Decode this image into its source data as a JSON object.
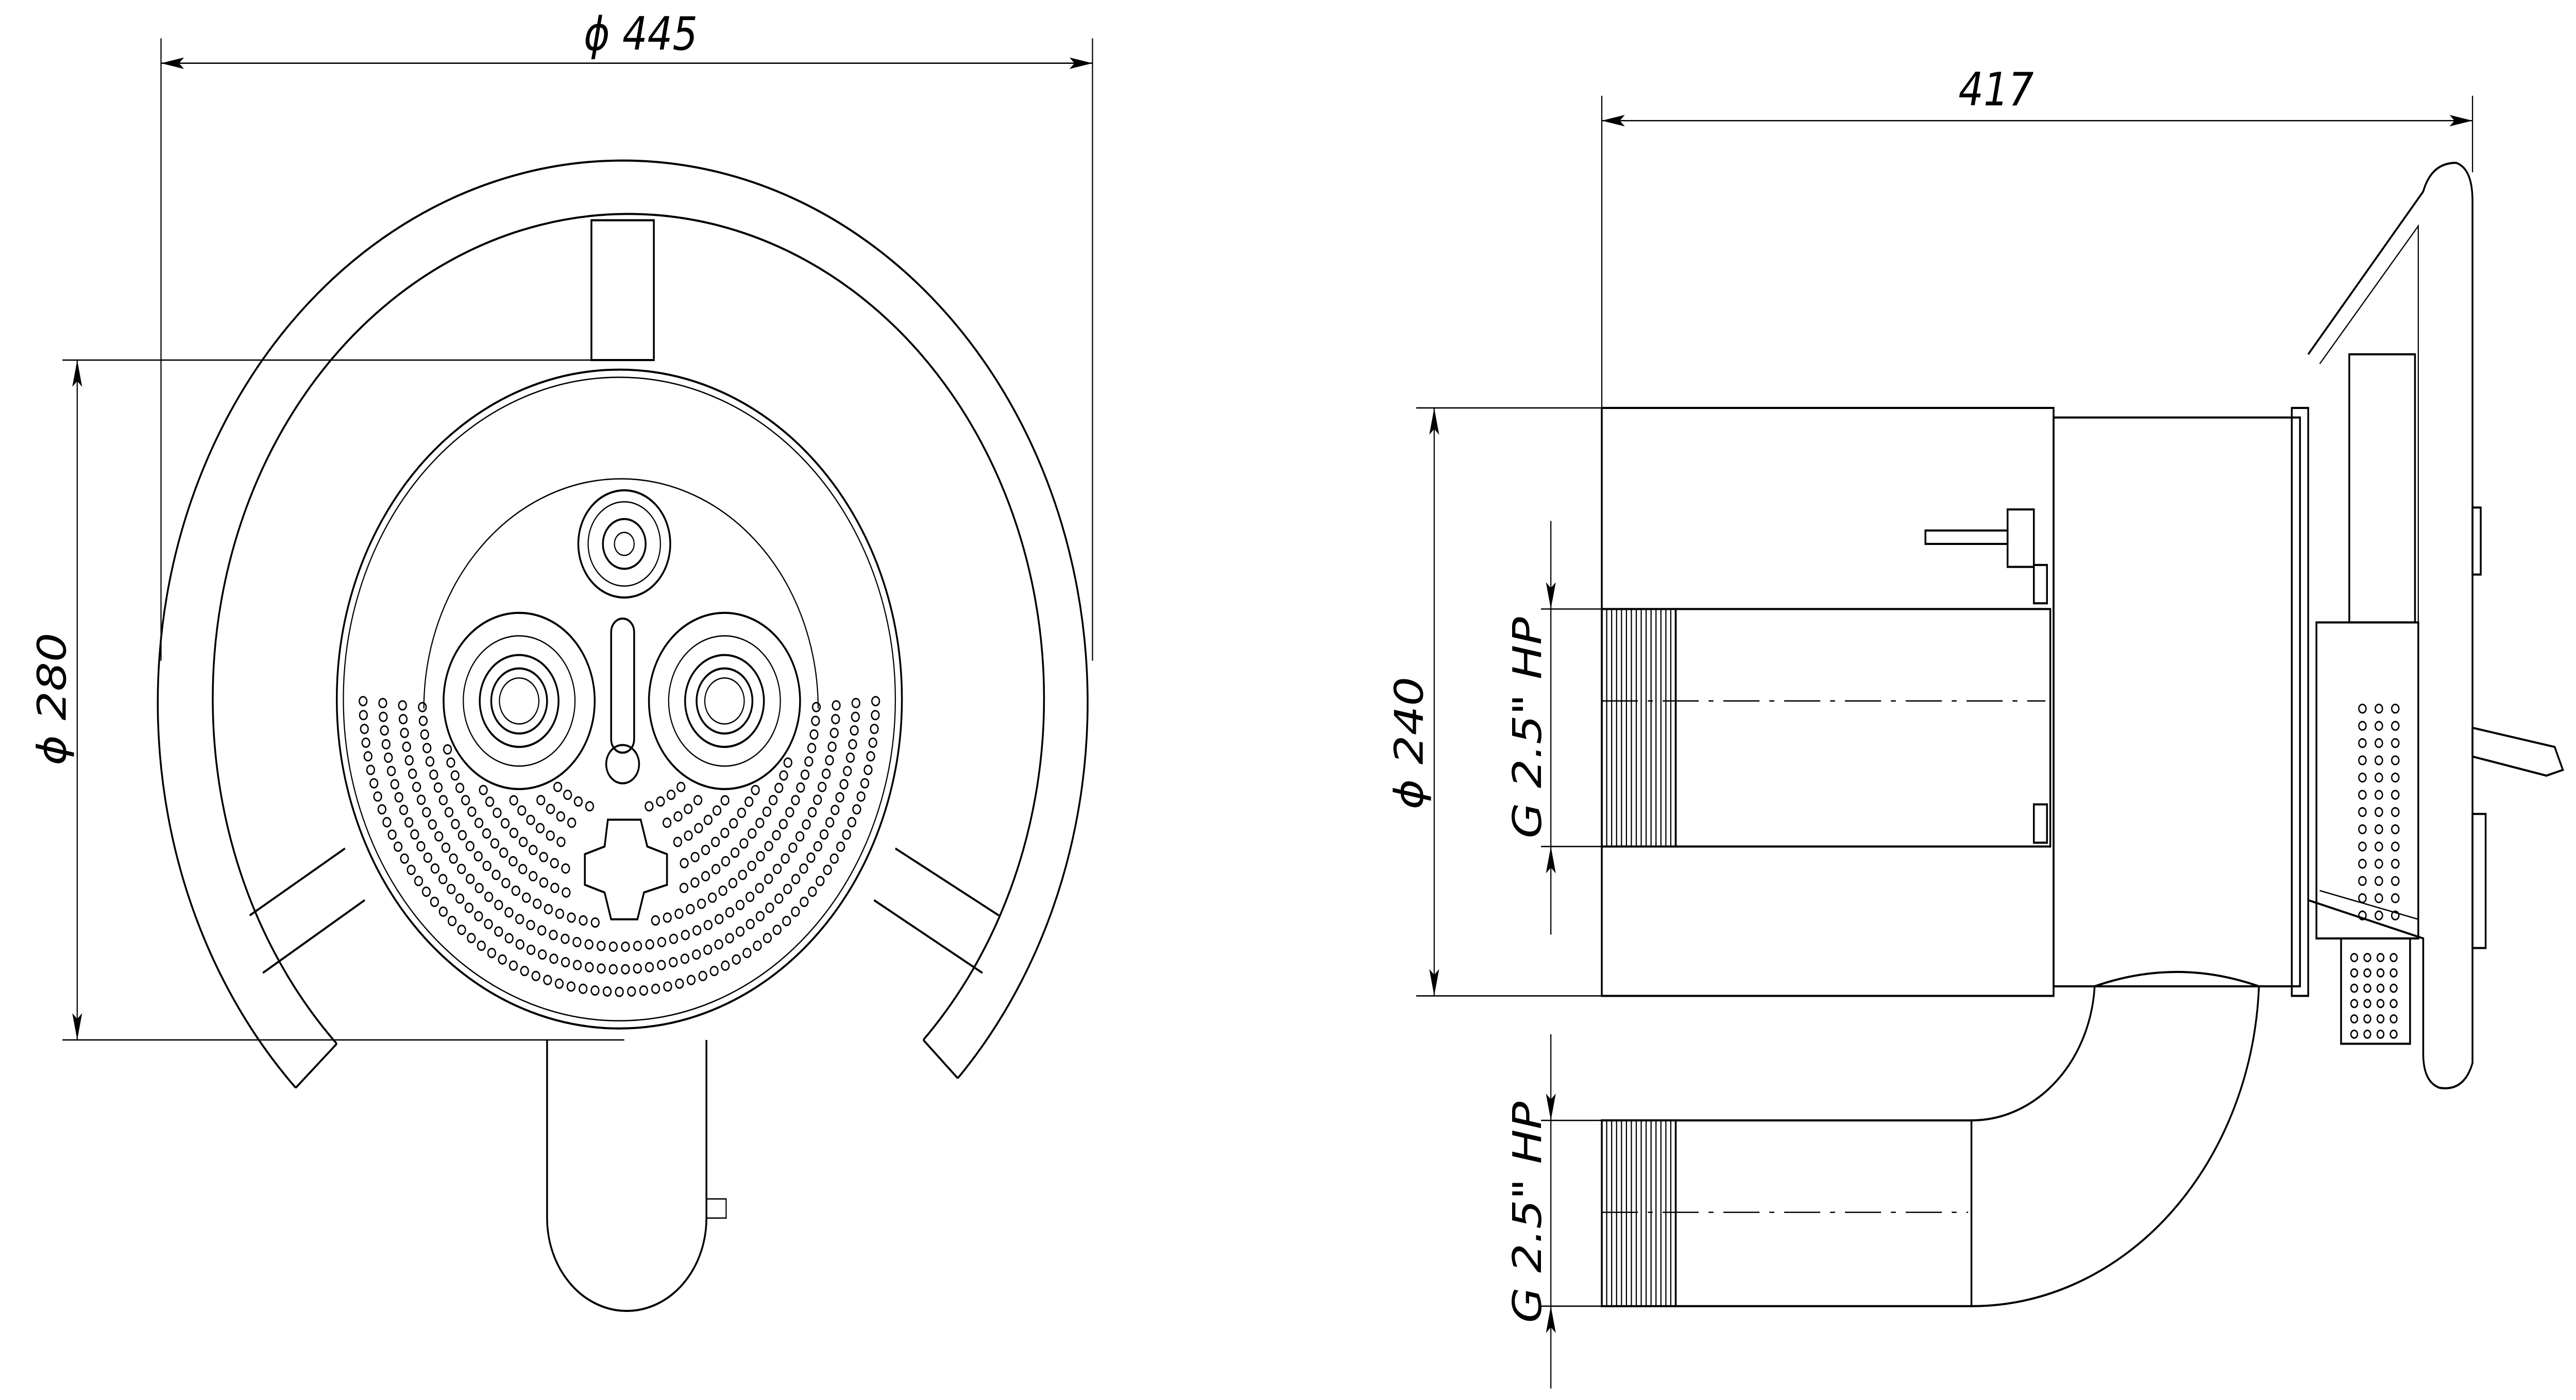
{
  "drawing": {
    "front_view": {
      "outer_diameter_label": "ϕ 445",
      "body_diameter_label": "ϕ 280"
    },
    "side_view": {
      "length_label": "417",
      "body_diameter_label": "ϕ 240",
      "upper_thread_label": "G 2.5\" HP",
      "lower_thread_label": "G 2.5\" HP"
    }
  }
}
